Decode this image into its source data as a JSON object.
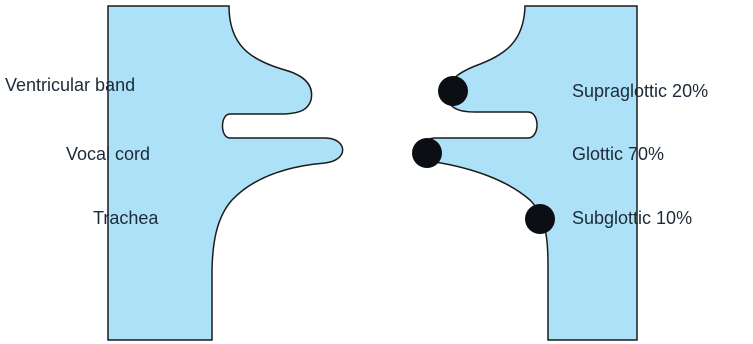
{
  "colors": {
    "tissue_fill": "#ade1f8",
    "tissue_stroke": "#1b1b1b",
    "tumor_dot": "#0b0f14",
    "text": "#1e2a38",
    "background": "#ffffff"
  },
  "left_labels": {
    "ventricular_band": "Ventricular band",
    "vocal_cord": "Vocal cord",
    "trachea": "Trachea"
  },
  "right_labels": {
    "supraglottic": "Supraglottic 20%",
    "glottic": "Glottic 70%",
    "subglottic": "Subglottic 10%"
  },
  "markers": [
    {
      "name": "supraglottic-tumor-marker",
      "icon": "filled-circle"
    },
    {
      "name": "glottic-tumor-marker",
      "icon": "filled-circle"
    },
    {
      "name": "subglottic-tumor-marker",
      "icon": "filled-circle"
    }
  ]
}
